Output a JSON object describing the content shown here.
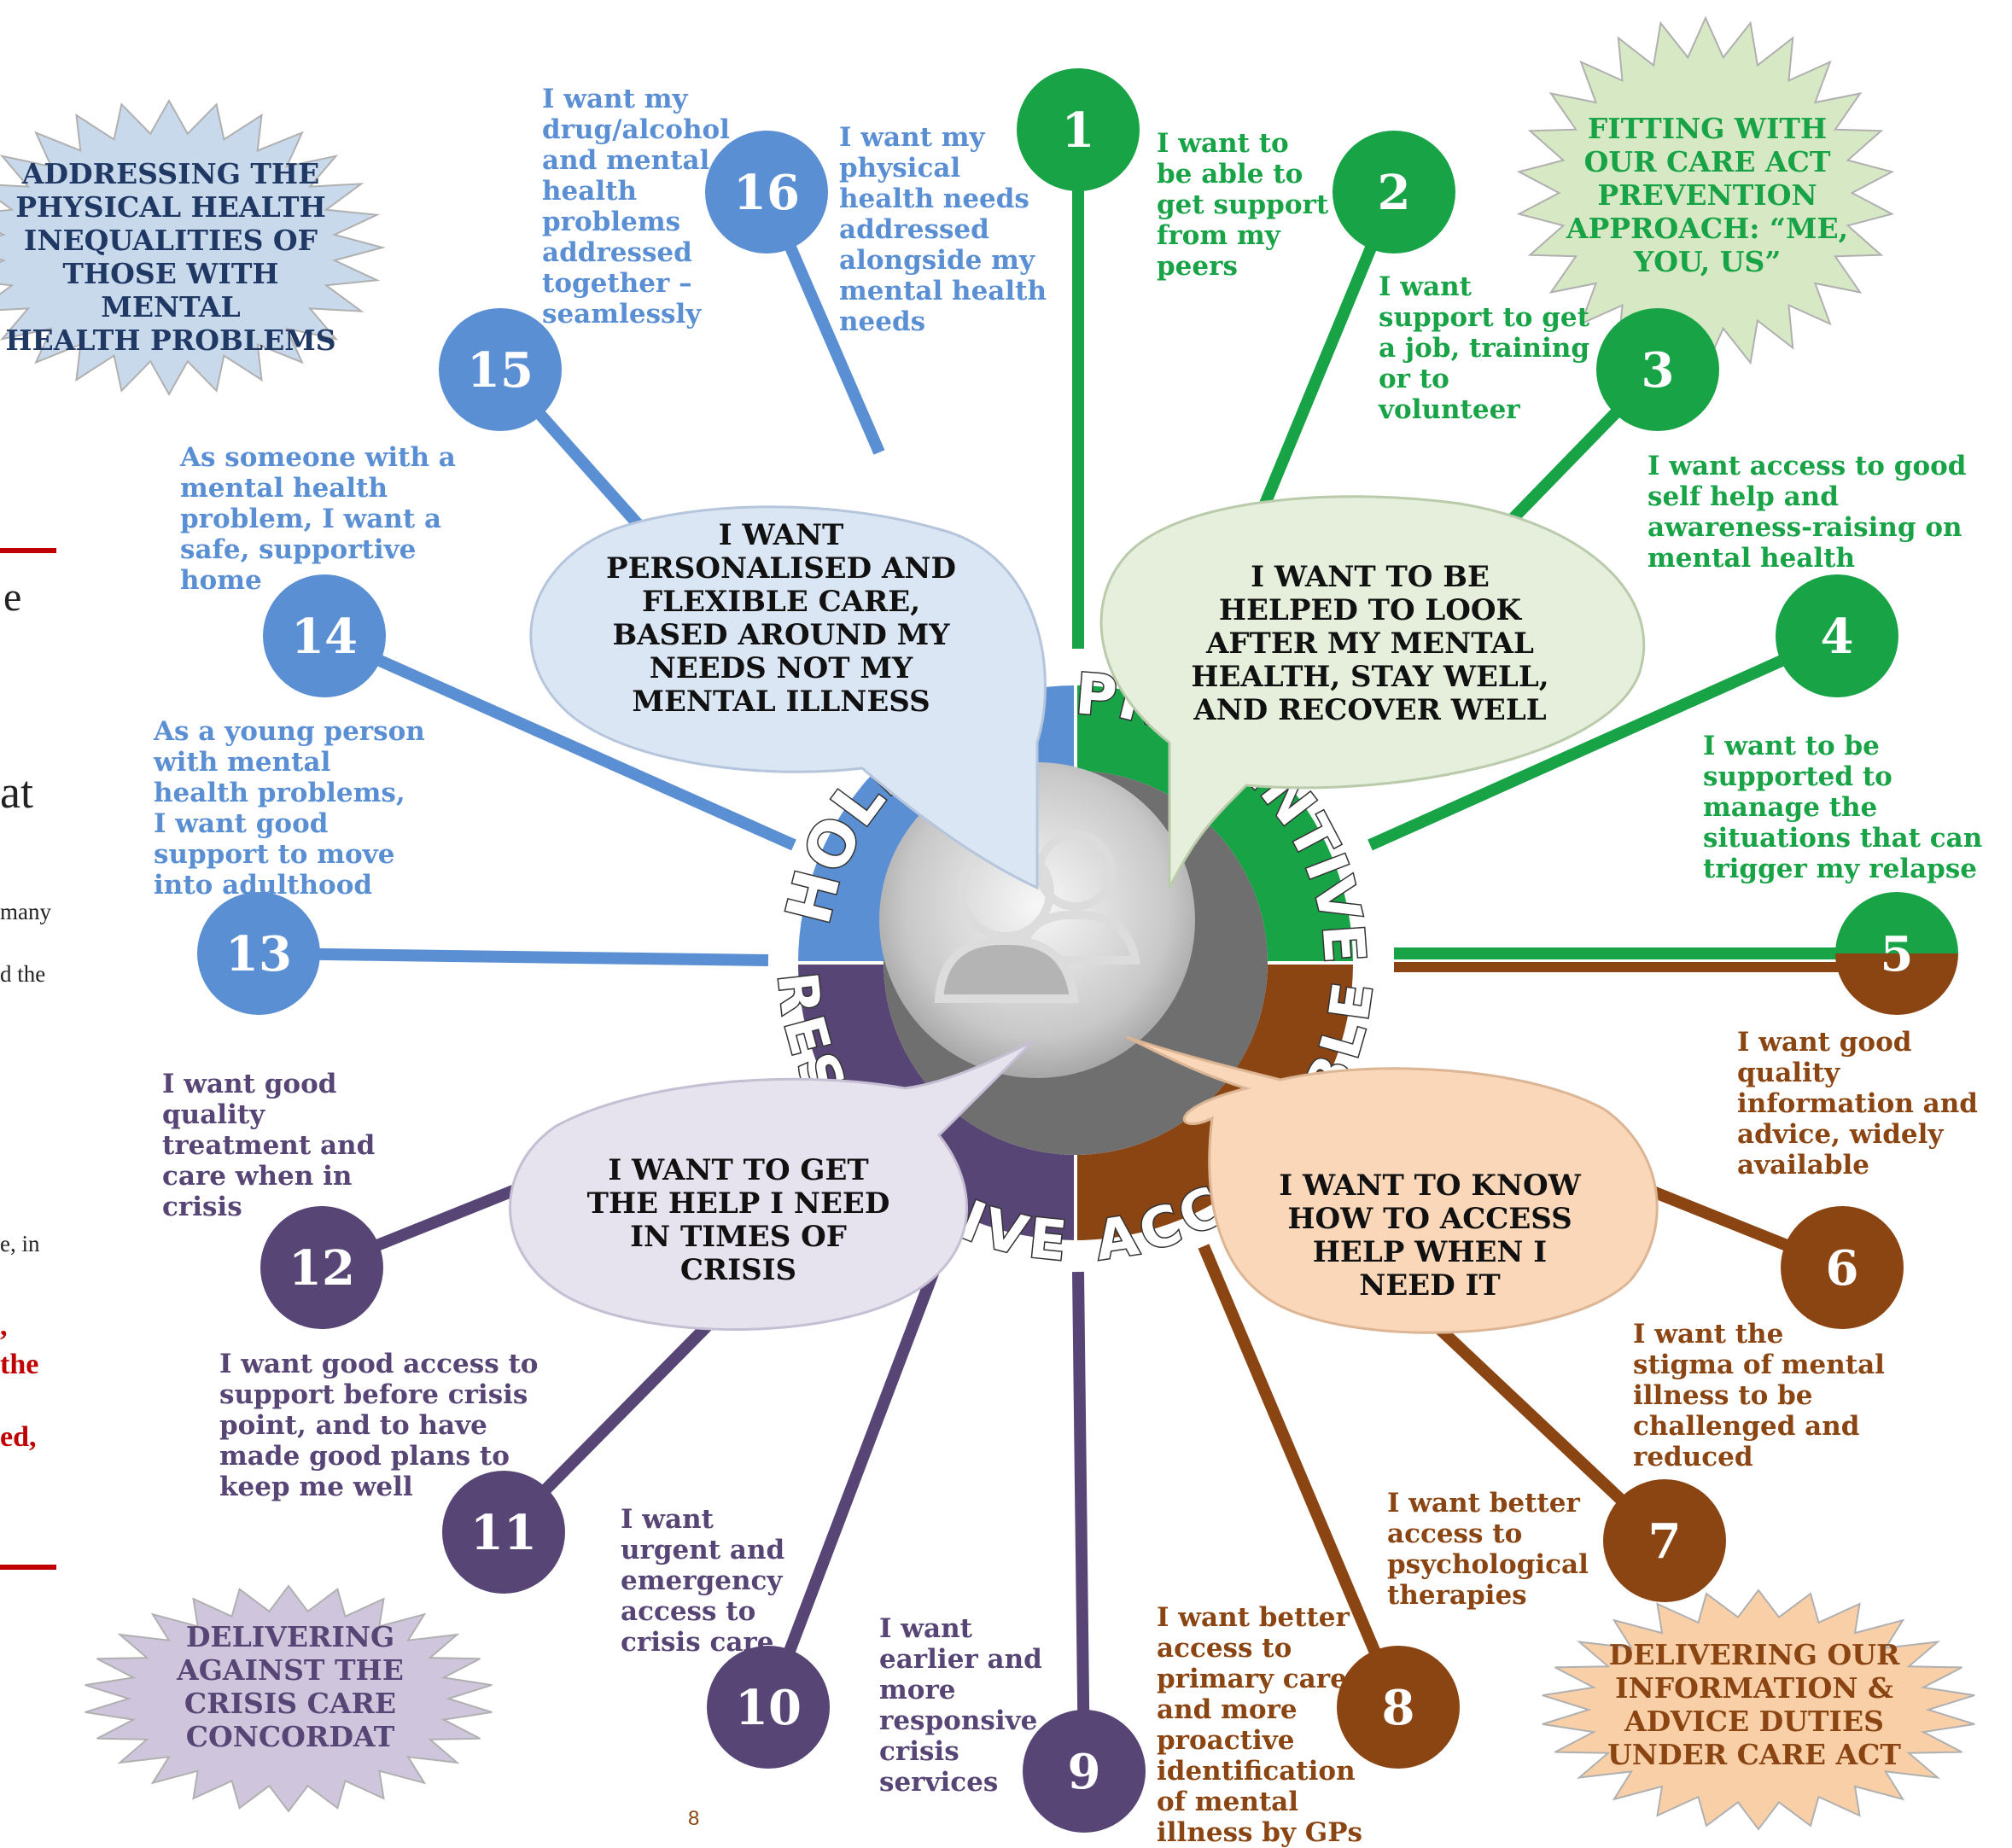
{
  "colors": {
    "holistic": "#5b8fd4",
    "preventive": "#19a347",
    "accessible": "#8b4513",
    "responsive": "#574575",
    "red_rule": "#c00000",
    "red_text": "#c00000"
  },
  "hub": {
    "icon": "people-icon",
    "segments": [
      {
        "label": "HOLISTIC",
        "color": "#5b8fd4"
      },
      {
        "label": "PREVENTIVE",
        "color": "#19a347"
      },
      {
        "label": "ACCESSIBLE",
        "color": "#8b4513"
      },
      {
        "label": "RESPONSIVE",
        "color": "#574575"
      }
    ]
  },
  "bubbles": [
    {
      "text": "I WANT\nPERSONALISED AND\nFLEXIBLE CARE,\nBASED AROUND MY\nNEEDS NOT MY\nMENTAL ILLNESS"
    },
    {
      "text": "I WANT TO BE\nHELPED TO LOOK\nAFTER MY MENTAL\nHEALTH, STAY WELL,\nAND RECOVER WELL"
    },
    {
      "text": "I WANT TO GET\nTHE HELP I NEED\nIN TIMES OF\nCRISIS"
    },
    {
      "text": "I WANT TO KNOW\nHOW TO ACCESS\nHELP WHEN I\nNEED IT"
    }
  ],
  "spokes": [
    {
      "number": "1",
      "color": "#19a347",
      "text": "I want to\nbe able to\nget support\nfrom my\npeers"
    },
    {
      "number": "2",
      "color": "#19a347",
      "text": "I want\nsupport to get\na job, training\nor to\nvolunteer"
    },
    {
      "number": "3",
      "color": "#19a347",
      "text": "I want access to good\nself help and\nawareness-raising on\nmental health"
    },
    {
      "number": "4",
      "color": "#19a347",
      "text": "I want to be\nsupported to\nmanage the\nsituations that  can\ntrigger my relapse"
    },
    {
      "number": "5",
      "color": "#19a347",
      "color2": "#8b4513",
      "text": ""
    },
    {
      "number": "6",
      "color": "#8b4513",
      "text": "I want good\nquality\ninformation and\nadvice, widely\navailable"
    },
    {
      "number": "7",
      "color": "#8b4513",
      "text": "I want the\nstigma of mental\nillness to be\nchallenged and\nreduced"
    },
    {
      "number": "8",
      "color": "#8b4513",
      "text": "I want better\naccess to\npsychological\ntherapies"
    },
    {
      "number": "9",
      "color": "#574575",
      "text": "I want better\naccess to\nprimary care\nand more\nproactive\nidentification\nof mental\nillness by GPs"
    },
    {
      "number": "10",
      "color": "#574575",
      "text": "I want\nearlier and\nmore\nresponsive\ncrisis\nservices"
    },
    {
      "number": "11",
      "color": "#574575",
      "text": "I want\nurgent and\nemergency\naccess to\ncrisis care"
    },
    {
      "number": "12",
      "color": "#574575",
      "text": "I want good access to\nsupport before crisis\npoint, and to have\nmade good plans to\nkeep me well"
    },
    {
      "number": "13",
      "color": "#5b8fd4",
      "text": "I want good\nquality\ntreatment and\ncare when in\ncrisis"
    },
    {
      "number": "14",
      "color": "#5b8fd4",
      "text": "As a young person\nwith mental\nhealth problems,\nI want good\nsupport to move\ninto adulthood"
    },
    {
      "number": "15",
      "color": "#5b8fd4",
      "text": "As someone with a\nmental health\nproblem, I want a\nsafe, supportive\nhome"
    },
    {
      "number": "16",
      "color": "#5b8fd4",
      "text": "I want my\nphysical\nhealth needs\naddressed\nalongside my\nmental health\nneeds"
    },
    {
      "extra": true,
      "color": "#5b8fd4",
      "text": "I want my\ndrug/alcohol\nand mental\nhealth\nproblems\naddressed\ntogether –\nseamlessly"
    }
  ],
  "starbursts": [
    {
      "text": "ADDRESSING THE\nPHYSICAL HEALTH\nINEQUALITIES OF\nTHOSE WITH MENTAL\nHEALTH PROBLEMS",
      "text_color": "#1f3864",
      "fill": "#c9d9ec"
    },
    {
      "text": "FITTING WITH\nOUR CARE ACT\nPREVENTION\nAPPROACH: “ME,\nYOU, US”",
      "text_color": "#19a347",
      "fill": "#d6e8c4"
    },
    {
      "text": "DELIVERING\nAGAINST THE\nCRISIS CARE\nCONCORDAT",
      "text_color": "#574575",
      "fill": "#cfc6dd"
    },
    {
      "text": "DELIVERING OUR\nINFORMATION &\nADVICE DUTIES\nUNDER CARE ACT",
      "text_color": "#8b4513",
      "fill": "#f9cfa8"
    }
  ],
  "left_fragments": {
    "f1": "e",
    "f2": "at",
    "f3": "many",
    "f4": "d the",
    "f5": "e, in",
    "f6": ",",
    "f7": "the",
    "f8": "ed,"
  },
  "page_number": "8"
}
